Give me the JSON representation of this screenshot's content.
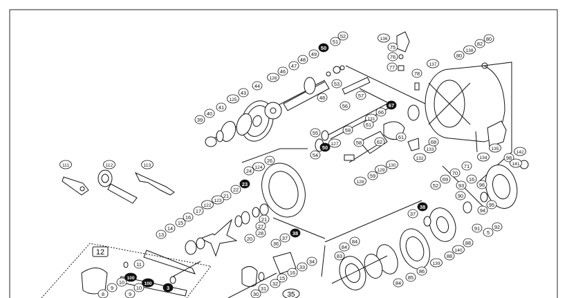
{
  "diagram": {
    "group_labels": [
      "12",
      "35"
    ],
    "parts": [
      {
        "id": "p136",
        "label": "136",
        "style": "plain"
      },
      {
        "id": "p75",
        "label": "75",
        "style": "plain"
      },
      {
        "id": "p76",
        "label": "76",
        "style": "plain"
      },
      {
        "id": "p77",
        "label": "77",
        "style": "plain"
      },
      {
        "id": "p52a",
        "label": "52",
        "style": "plain"
      },
      {
        "id": "p51",
        "label": "51",
        "style": "plain"
      },
      {
        "id": "p50a",
        "label": "50",
        "style": "dark"
      },
      {
        "id": "p49",
        "label": "49",
        "style": "plain"
      },
      {
        "id": "p48a",
        "label": "48",
        "style": "plain"
      },
      {
        "id": "p47",
        "label": "47",
        "style": "plain"
      },
      {
        "id": "p46",
        "label": "46",
        "style": "plain"
      },
      {
        "id": "p126",
        "label": "126",
        "style": "plain"
      },
      {
        "id": "p44",
        "label": "44",
        "style": "plain"
      },
      {
        "id": "p43",
        "label": "43",
        "style": "plain"
      },
      {
        "id": "p125",
        "label": "125",
        "style": "plain"
      },
      {
        "id": "p41",
        "label": "41",
        "style": "plain"
      },
      {
        "id": "p40",
        "label": "40",
        "style": "plain"
      },
      {
        "id": "p39",
        "label": "39",
        "style": "plain"
      },
      {
        "id": "p53",
        "label": "53",
        "style": "plain"
      },
      {
        "id": "p48b",
        "label": "48",
        "style": "plain"
      },
      {
        "id": "p57",
        "label": "57",
        "style": "plain"
      },
      {
        "id": "p56",
        "label": "56",
        "style": "plain"
      },
      {
        "id": "p67",
        "label": "67",
        "style": "dark"
      },
      {
        "id": "p66",
        "label": "66",
        "style": "plain"
      },
      {
        "id": "p131",
        "label": "131",
        "style": "plain"
      },
      {
        "id": "p61a",
        "label": "61",
        "style": "plain"
      },
      {
        "id": "p59a",
        "label": "59",
        "style": "plain"
      },
      {
        "id": "p55",
        "label": "55",
        "style": "plain"
      },
      {
        "id": "p54",
        "label": "54",
        "style": "plain"
      },
      {
        "id": "p50b",
        "label": "50",
        "style": "dark"
      },
      {
        "id": "p127",
        "label": "127",
        "style": "plain"
      },
      {
        "id": "p58",
        "label": "58",
        "style": "plain"
      },
      {
        "id": "p62",
        "label": "62",
        "style": "plain"
      },
      {
        "id": "p61b",
        "label": "61",
        "style": "plain"
      },
      {
        "id": "p130",
        "label": "130",
        "style": "plain"
      },
      {
        "id": "p129",
        "label": "129",
        "style": "plain"
      },
      {
        "id": "p59b",
        "label": "59",
        "style": "plain"
      },
      {
        "id": "p128",
        "label": "128",
        "style": "plain"
      },
      {
        "id": "p132",
        "label": "132",
        "style": "plain"
      },
      {
        "id": "p133",
        "label": "133",
        "style": "plain"
      },
      {
        "id": "p68",
        "label": "68",
        "style": "plain"
      },
      {
        "id": "p78",
        "label": "78",
        "style": "plain"
      },
      {
        "id": "p137",
        "label": "137",
        "style": "plain"
      },
      {
        "id": "p80a",
        "label": "80",
        "style": "plain"
      },
      {
        "id": "p138",
        "label": "138",
        "style": "plain"
      },
      {
        "id": "p82",
        "label": "82",
        "style": "plain"
      },
      {
        "id": "p80b",
        "label": "80",
        "style": "plain"
      },
      {
        "id": "p135",
        "label": "135",
        "style": "plain"
      },
      {
        "id": "p134",
        "label": "134",
        "style": "plain"
      },
      {
        "id": "p98",
        "label": "98",
        "style": "plain"
      },
      {
        "id": "p142",
        "label": "142",
        "style": "plain"
      },
      {
        "id": "p141",
        "label": "141",
        "style": "plain"
      },
      {
        "id": "p71",
        "label": "71",
        "style": "plain"
      },
      {
        "id": "p70",
        "label": "70",
        "style": "plain"
      },
      {
        "id": "p69",
        "label": "69",
        "style": "plain"
      },
      {
        "id": "p52b",
        "label": "52",
        "style": "plain"
      },
      {
        "id": "p111",
        "label": "111",
        "style": "plain"
      },
      {
        "id": "p112",
        "label": "112",
        "style": "plain"
      },
      {
        "id": "p113",
        "label": "113",
        "style": "plain"
      },
      {
        "id": "p124",
        "label": "124",
        "style": "plain"
      },
      {
        "id": "p24",
        "label": "24",
        "style": "plain"
      },
      {
        "id": "p26",
        "label": "26",
        "style": "plain"
      },
      {
        "id": "p23",
        "label": "23",
        "style": "dark"
      },
      {
        "id": "p22",
        "label": "22",
        "style": "plain"
      },
      {
        "id": "p21a",
        "label": "21",
        "style": "plain"
      },
      {
        "id": "p122",
        "label": "122",
        "style": "plain"
      },
      {
        "id": "p123",
        "label": "123",
        "style": "plain"
      },
      {
        "id": "p17",
        "label": "17",
        "style": "plain"
      },
      {
        "id": "p16a",
        "label": "16",
        "style": "plain"
      },
      {
        "id": "p15a",
        "label": "15",
        "style": "plain"
      },
      {
        "id": "p14",
        "label": "14",
        "style": "plain"
      },
      {
        "id": "p13",
        "label": "13",
        "style": "plain"
      },
      {
        "id": "p21b",
        "label": "21",
        "style": "plain"
      },
      {
        "id": "p27",
        "label": "27",
        "style": "plain"
      },
      {
        "id": "p20",
        "label": "20",
        "style": "plain"
      },
      {
        "id": "p28",
        "label": "28",
        "style": "plain"
      },
      {
        "id": "p38a",
        "label": "38",
        "style": "dark"
      },
      {
        "id": "p37a",
        "label": "37",
        "style": "plain"
      },
      {
        "id": "p36",
        "label": "36",
        "style": "plain"
      },
      {
        "id": "p11",
        "label": "11",
        "style": "plain"
      },
      {
        "id": "p100a",
        "label": "100",
        "style": "dark"
      },
      {
        "id": "p10a",
        "label": "10",
        "style": "plain"
      },
      {
        "id": "p100b",
        "label": "100",
        "style": "dark"
      },
      {
        "id": "p10b",
        "label": "10",
        "style": "plain"
      },
      {
        "id": "p9a",
        "label": "9",
        "style": "plain"
      },
      {
        "id": "p9b",
        "label": "9",
        "style": "plain"
      },
      {
        "id": "p8",
        "label": "8",
        "style": "plain"
      },
      {
        "id": "p3",
        "label": "3",
        "style": "dark"
      },
      {
        "id": "p34",
        "label": "34",
        "style": "plain"
      },
      {
        "id": "p33",
        "label": "33",
        "style": "plain"
      },
      {
        "id": "p16b",
        "label": "16",
        "style": "plain"
      },
      {
        "id": "p15b",
        "label": "15",
        "style": "plain"
      },
      {
        "id": "p32",
        "label": "32",
        "style": "plain"
      },
      {
        "id": "p31",
        "label": "31",
        "style": "plain"
      },
      {
        "id": "p30",
        "label": "30",
        "style": "plain"
      },
      {
        "id": "p38b",
        "label": "38",
        "style": "dark"
      },
      {
        "id": "p37b",
        "label": "37",
        "style": "plain"
      },
      {
        "id": "p90",
        "label": "90",
        "style": "plain"
      },
      {
        "id": "p84a",
        "label": "84",
        "style": "plain"
      },
      {
        "id": "p84b",
        "label": "84",
        "style": "plain"
      },
      {
        "id": "p83",
        "label": "83",
        "style": "plain"
      },
      {
        "id": "p86",
        "label": "86",
        "style": "plain"
      },
      {
        "id": "p85",
        "label": "85",
        "style": "plain"
      },
      {
        "id": "p84c",
        "label": "84",
        "style": "plain"
      },
      {
        "id": "p139",
        "label": "139",
        "style": "plain"
      },
      {
        "id": "p88a",
        "label": "88",
        "style": "plain"
      },
      {
        "id": "p140",
        "label": "140",
        "style": "plain"
      },
      {
        "id": "p88b",
        "label": "88",
        "style": "plain"
      },
      {
        "id": "p91",
        "label": "91",
        "style": "plain"
      },
      {
        "id": "p5",
        "label": "5",
        "style": "plain"
      },
      {
        "id": "p92",
        "label": "92",
        "style": "plain"
      },
      {
        "id": "p93",
        "label": "93",
        "style": "plain"
      },
      {
        "id": "p16c",
        "label": "16",
        "style": "plain"
      },
      {
        "id": "p96",
        "label": "96",
        "style": "plain"
      },
      {
        "id": "p95",
        "label": "95",
        "style": "plain"
      },
      {
        "id": "p94",
        "label": "94",
        "style": "plain"
      }
    ]
  }
}
